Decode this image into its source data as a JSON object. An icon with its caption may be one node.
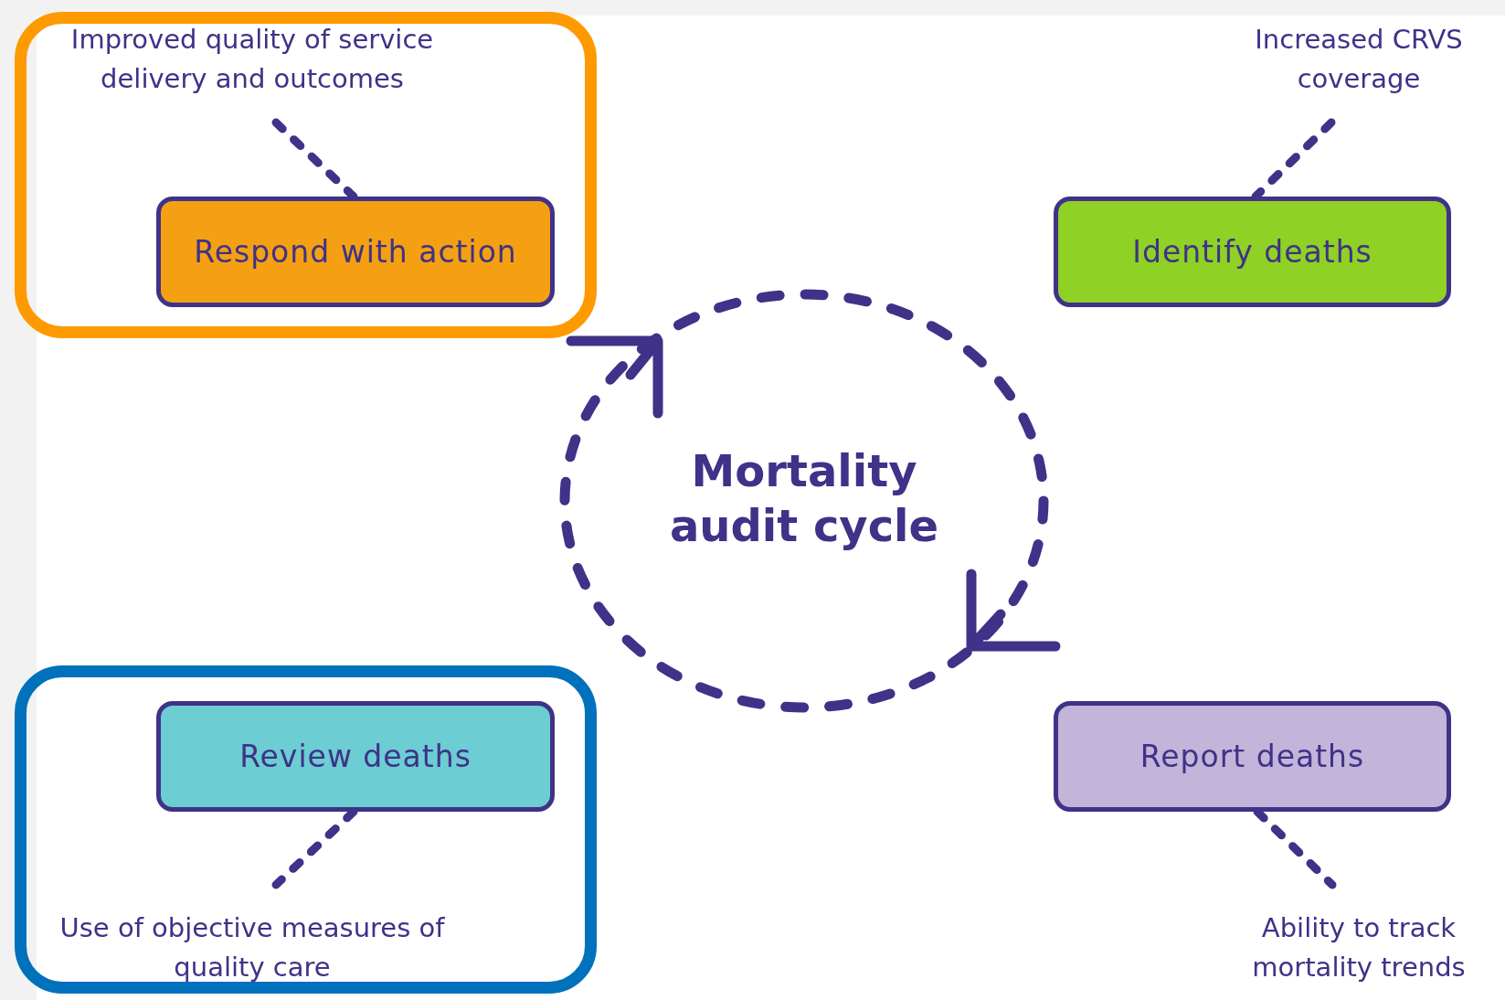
{
  "diagram": {
    "nodes": [
      {
        "text": [],
        "shape": "box"
      },
      {
        "text": [
          "Improved quality of service delivery and outcomes"
        ],
        "in": 0
      },
      {
        "text": [
          "Respond with action"
        ],
        "in": 0
      },
      {
        "text": [
          "Increased CRVS coverage"
        ]
      },
      {
        "text": [
          "Identify deaths"
        ]
      },
      {
        "text": [
          "Report deaths"
        ]
      },
      {
        "text": [
          "Ability to track mortality trends"
        ]
      },
      {
        "text": [],
        "shape": "box"
      },
      {
        "text": [
          "Review deaths"
        ],
        "in": 7
      },
      {
        "text": [
          "Use of objective measures of quality care"
        ],
        "in": 7
      },
      {
        "text": [
          "Mortality audit cycle"
        ]
      }
    ],
    "edges": [
      {
        "from": 1,
        "to": 2,
        "arrow": "none",
        "style": "dashed"
      },
      {
        "from": 3,
        "to": 4,
        "arrow": "none",
        "style": "dashed"
      },
      {
        "from": 5,
        "to": 6,
        "arrow": "none",
        "style": "dashed"
      },
      {
        "from": 8,
        "to": 9,
        "arrow": "none",
        "style": "dashed"
      }
    ]
  }
}
